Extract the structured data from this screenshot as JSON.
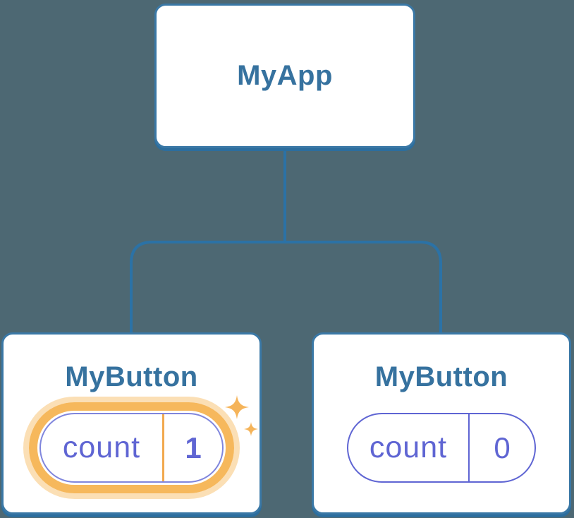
{
  "diagram": {
    "root": {
      "label": "MyApp"
    },
    "children": [
      {
        "label": "MyButton",
        "state": {
          "name": "count",
          "value": "1"
        },
        "highlighted": true
      },
      {
        "label": "MyButton",
        "state": {
          "name": "count",
          "value": "0"
        },
        "highlighted": false
      }
    ]
  },
  "icons": {
    "highlight": [
      "sparkle-icon-large",
      "sparkle-icon-small"
    ]
  },
  "colors": {
    "background": "#4d6873",
    "card_background": "#ffffff",
    "card_border": "#3a78a6",
    "card_border_bottom": "#2c6e9e",
    "node_text": "#36729f",
    "state_purple": "#5f65d3",
    "highlight_orange": "#f6b85c",
    "highlight_halo": "rgba(246,184,92,0.45)",
    "highlight_divider": "#f2a94e",
    "connector": "#2b72a6"
  }
}
